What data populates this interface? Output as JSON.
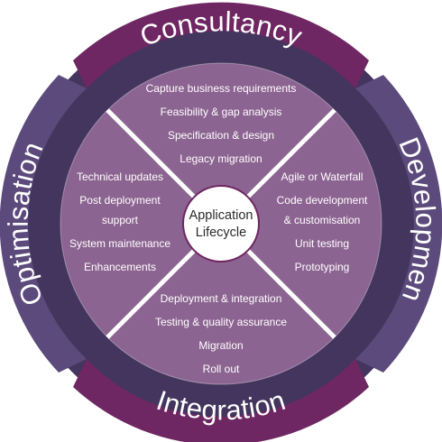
{
  "center": {
    "lines": [
      "Application",
      "Lifecycle"
    ]
  },
  "colors": {
    "outer_ring": "#43355d",
    "tab_magenta": "#6e2762",
    "tab_slate": "#5b4a7b",
    "quadrant": "#8c6491",
    "divider": "#ffffff",
    "hub": "#ffffff",
    "hub_text": "#2b2b2b"
  },
  "quadrants": [
    {
      "key": "consultancy",
      "title": "Consultancy",
      "items": [
        "Capture business requirements",
        "Feasibility & gap analysis",
        "Specification & design",
        "Legacy migration"
      ]
    },
    {
      "key": "development",
      "title": "Development",
      "items": [
        "Agile or Waterfall",
        "Code development",
        "& customisation",
        "Unit testing",
        "Prototyping"
      ]
    },
    {
      "key": "integration",
      "title": "Integration",
      "items": [
        "Deployment & integration",
        "Testing & quality assurance",
        "Migration",
        "Roll out"
      ]
    },
    {
      "key": "optimisation",
      "title": "Optimisation",
      "items": [
        "Technical updates",
        "Post deployment",
        "support",
        "System maintenance",
        "Enhancements"
      ]
    }
  ]
}
